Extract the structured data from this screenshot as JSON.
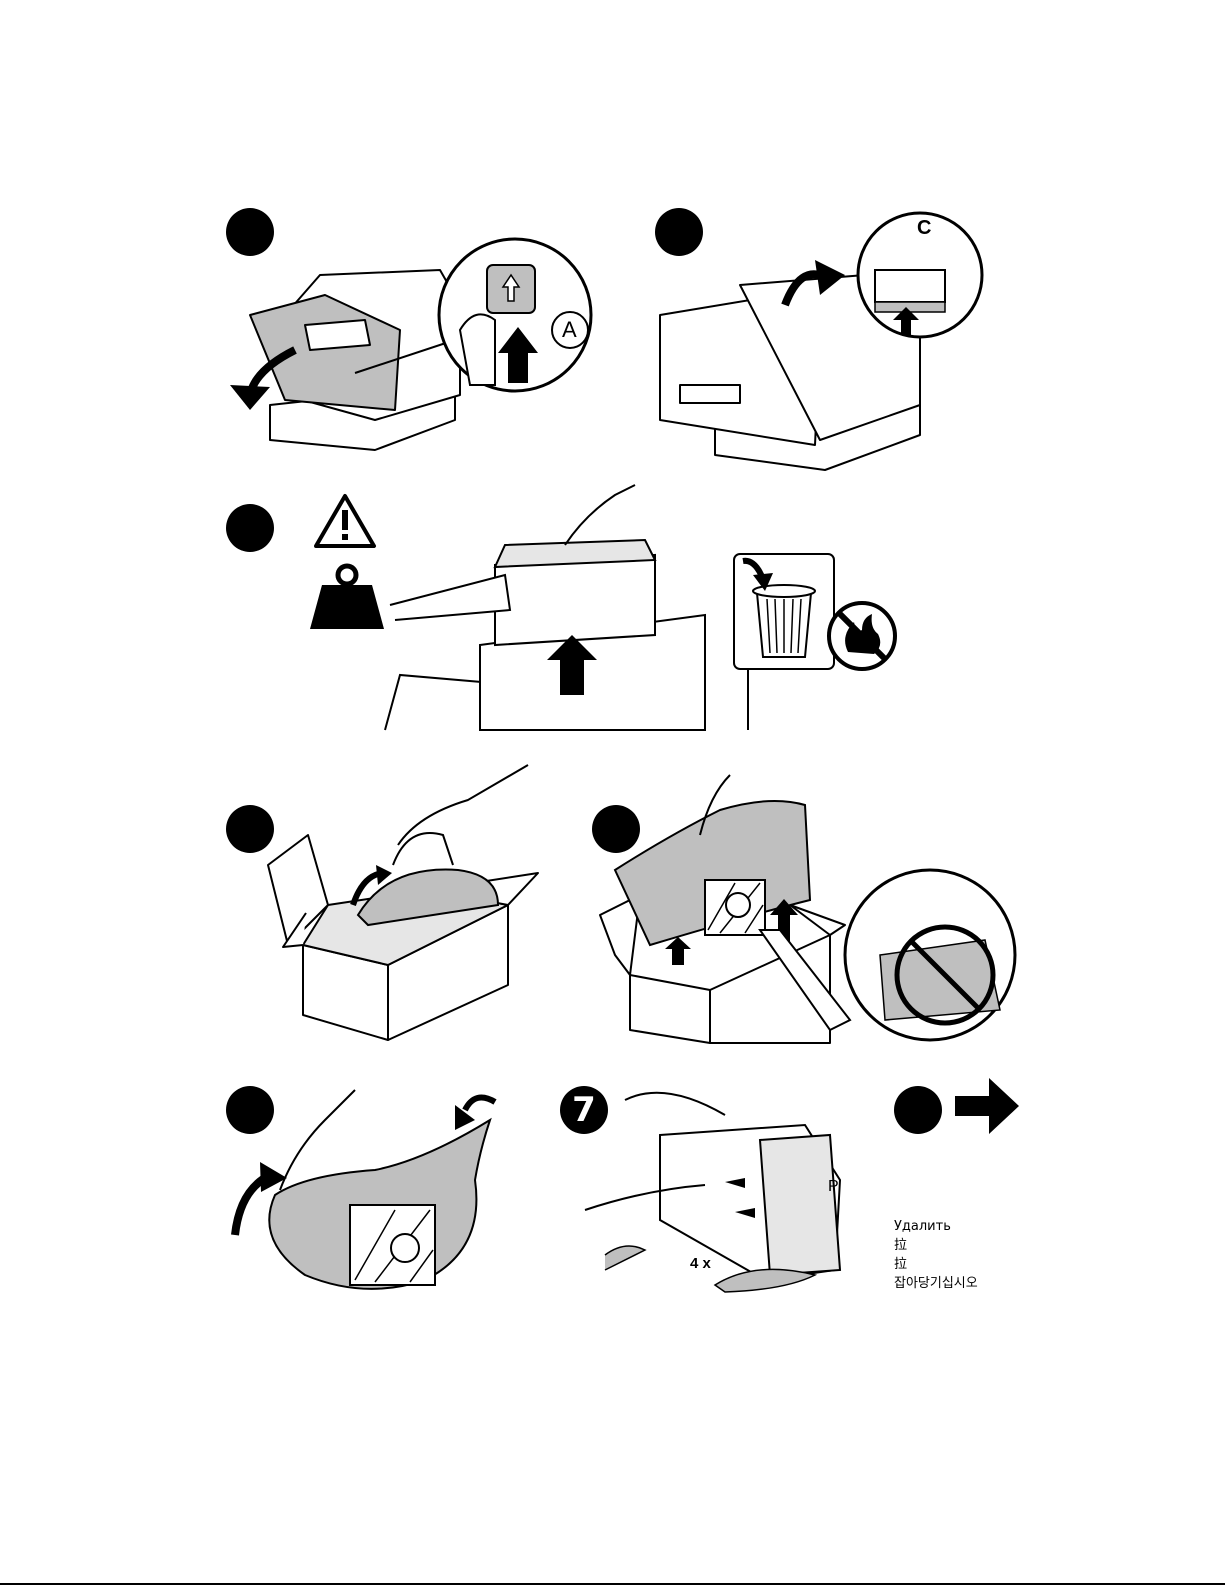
{
  "steps": [
    {
      "id": 1,
      "number": ""
    },
    {
      "id": 2,
      "number": ""
    },
    {
      "id": 3,
      "number": ""
    },
    {
      "id": 4,
      "number": ""
    },
    {
      "id": 5,
      "number": ""
    },
    {
      "id": 6,
      "number": ""
    },
    {
      "id": 7,
      "number": "7"
    },
    {
      "id": 8,
      "number": ""
    }
  ],
  "callouts": {
    "latch_a": "A",
    "latch_c": "C",
    "part_p": "P",
    "quantity": "4 x"
  },
  "remove_labels": [
    "Удалить",
    "拉",
    "拉",
    "잡아당기십시오"
  ],
  "icons": {
    "warning": "warning-triangle-icon",
    "heavy": "weight-icon",
    "trash": "trash-can-icon",
    "no_fire": "no-fire-icon",
    "no_touch": "no-touch-icon",
    "next": "next-arrow-icon"
  },
  "colors": {
    "ink": "#000000",
    "shade": "#bfbfbf",
    "paper": "#ffffff"
  }
}
